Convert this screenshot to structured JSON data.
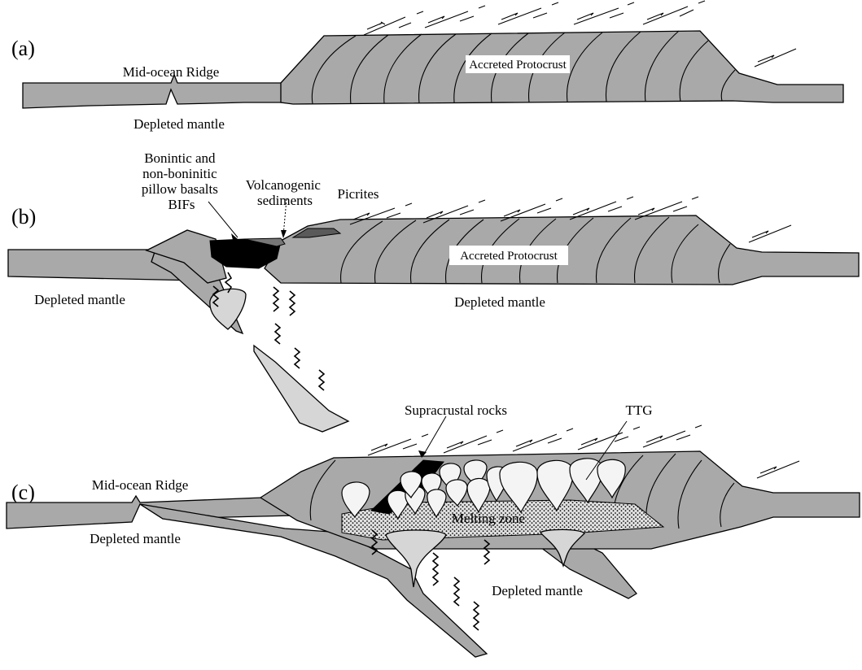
{
  "panels": {
    "a": {
      "letter": "(a)",
      "ridge_label": "Mid-ocean Ridge",
      "mantle_label": "Depleted mantle",
      "protocrust_label": "Accreted Protocrust"
    },
    "b": {
      "letter": "(b)",
      "basalt_label_lines": [
        "Bonintic and",
        "non-boninitic",
        "pillow basalts",
        "BIFs"
      ],
      "volcanogenic_label_lines": [
        "Volcanogenic",
        "sediments"
      ],
      "picrites_label": "Picrites",
      "protocrust_label": "Accreted Protocrust",
      "mantle_left_label": "Depleted mantle",
      "mantle_right_label": "Depleted mantle"
    },
    "c": {
      "letter": "(c)",
      "ridge_label": "Mid-ocean Ridge",
      "mantle_left_label": "Depleted mantle",
      "supracrustal_label": "Supracrustal rocks",
      "ttg_label": "TTG",
      "melting_label": "Melting zone",
      "mantle_right_label": "Depleted mantle"
    }
  },
  "colors": {
    "crust": "#a9a9a9",
    "light_slab": "#d6d6d6",
    "volcanics": "#000000",
    "ttg": "#f4f4f4"
  }
}
